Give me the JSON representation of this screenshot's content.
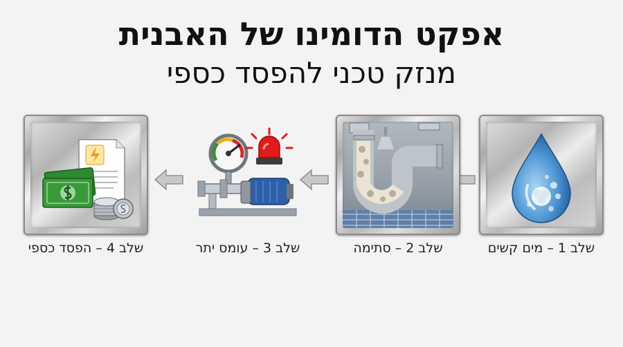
{
  "title": "אפקט הדומינו של האבנית",
  "subtitle": "מנזק טכני להפסד כספי",
  "stages": [
    {
      "label": "שלב 1 – מים קשים",
      "icon": "water-drop-icon"
    },
    {
      "label": "שלב 2 – סתימה",
      "icon": "clogged-pipe-icon"
    },
    {
      "label": "שלב 3 – עומס יתר",
      "icon": "pump-pressure-alarm-icon"
    },
    {
      "label": "שלב 4 – הפסד כספי",
      "icon": "money-bill-icon"
    }
  ],
  "colors": {
    "title": "#111111",
    "water": "#3f86c8",
    "alarm": "#e01b1b",
    "money": "#3a9a3a",
    "pump": "#2f5fa8"
  }
}
